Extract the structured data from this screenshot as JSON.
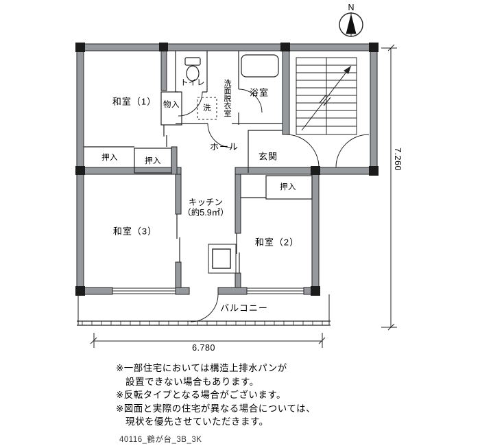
{
  "compass": {
    "label": "N"
  },
  "rooms": {
    "washitsu1": "和室（1）",
    "toilet": "トイレ",
    "washroom": "洗面脱衣室",
    "bathroom": "浴室",
    "storage": "物入",
    "laundry": "洗",
    "hall": "ホール",
    "entrance": "玄関",
    "closet_a": "押入",
    "closet_b": "押入",
    "closet_c": "押入",
    "kitchen_name": "キッチン",
    "kitchen_area": "（約5.9㎡）",
    "washitsu3": "和室（3）",
    "washitsu2": "和室（2）",
    "balcony": "バルコニー"
  },
  "dimensions": {
    "height_m": "7.260",
    "width_m": "6.780"
  },
  "notes": [
    "※一部住宅においては構造上排水パンが",
    "設置できない場合もあります。",
    "※反転タイプとなる場合がございます。",
    "※図面と実際の住宅が異なる場合については、",
    "現状を優先させていただきます。"
  ],
  "footer": {
    "plan_id": "40116_鶴が台_3B_3K"
  },
  "fixtures": {
    "compass": "north-compass-icon",
    "toilet": "toilet-icon",
    "bathtub": "bathtub-icon",
    "washing_machine": "washing-machine-icon",
    "kitchen_sink": "kitchen-sink-icon",
    "staircase": "staircase-icon"
  },
  "colors": {
    "wall": "#969a9e",
    "line": "#222222",
    "column": "#1b1b1b",
    "background": "#ffffff",
    "text": "#000000"
  }
}
